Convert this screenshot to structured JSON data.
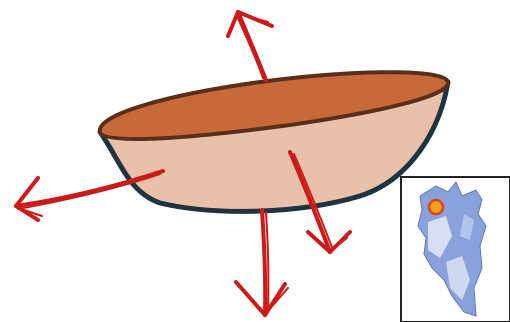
{
  "colors": {
    "background": "#ffffff",
    "bowl_rim": "#c8693a",
    "bowl_body": "#e9c0aa",
    "bowl_outline_rim": "#5a2f1a",
    "bowl_outline_body": "#1f3340",
    "arrows": "#cc1a1a",
    "map_frame": "#222222",
    "map_region": "#8aa2dc",
    "map_region_light": "#dfe6f4",
    "map_marker_fill": "#f2a11c",
    "map_marker_ring": "#e0411b"
  },
  "arrows": [
    {
      "direction": "up"
    },
    {
      "direction": "left"
    },
    {
      "direction": "down"
    },
    {
      "direction": "down-right"
    }
  ],
  "inset_map": {
    "description_icon": "location-map-icon"
  }
}
